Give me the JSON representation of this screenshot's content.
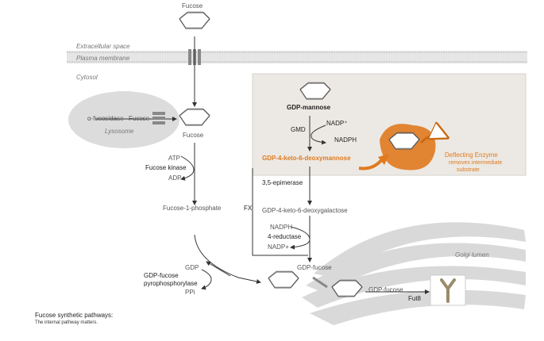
{
  "labels": {
    "fucose_top": "Fucose",
    "extracellular": "Extracellular space",
    "membrane": "Plasma membrane",
    "cytosol": "Cytosol",
    "fucosidase": "α-fucosidase",
    "fucose_lyso": "Fucose",
    "lysosome": "Lysosome",
    "fucose_cyto": "Fucose",
    "atp": "ATP",
    "fucose_kinase": "Fucose kinase",
    "adp": "ADP",
    "fucose_1_phosphate": "Fucose-1-phosphate",
    "gdp_mannose": "GDP-mannose",
    "gmd": "GMD",
    "nadp_plus": "NADP⁺",
    "nadph": "NADPH",
    "keto_deoxymannose": "GDP-4-keto-6-deoxymannose",
    "deflecting_title": "Deflecting Enzyme",
    "deflecting_sub1": "removes intermediate",
    "deflecting_sub2": "substrate",
    "epimerase": "3,5-epimerase",
    "fx": "FX",
    "keto_deoxygalactose": "GDP-4-keto-6-deoxygalactose",
    "nadph2": "NADPH",
    "reductase": "4-reductase",
    "nadp_plus2": "NADP+",
    "gdp_fucose_1": "GDP-fucose",
    "golgi_lumen": "Golgi lumen",
    "gdp_left": "GDP",
    "pyro_1": "GDP-fucose",
    "pyro_2": "pyrophosphorylase",
    "ppi": "PPi",
    "gdp_fucose_2": "GDP-fucose",
    "fut8": "Fut8",
    "caption_title": "Fucose synthetic pathways:",
    "caption_sub": "The internal pathway matters."
  },
  "icons": {
    "sugar": "hexose-ring-icon",
    "transporter": "membrane-transporter-icon",
    "enzyme": "deflecting-enzyme-blob-icon",
    "antibody": "antibody-icon"
  },
  "colors": {
    "accent": "#e07a1f",
    "panel": "#ece9e4",
    "golgi": "#d9d9d9",
    "lysosome": "#dcdcdc"
  }
}
